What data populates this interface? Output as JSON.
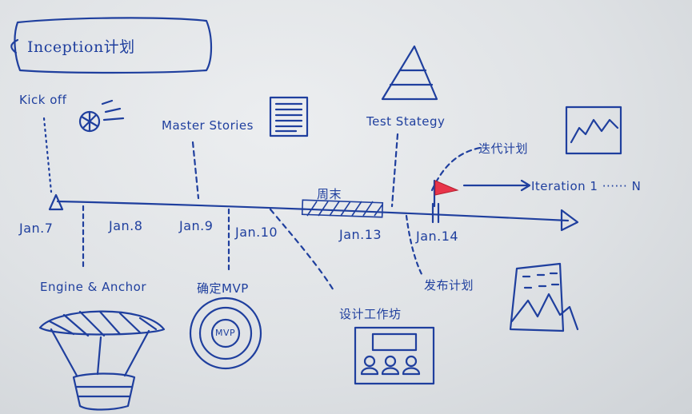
{
  "title": "Inception计划",
  "events": {
    "kickoff": "Kick off",
    "master_stories": "Master Stories",
    "test_strategy": "Test Stategy",
    "iteration_plan": "迭代计划",
    "iteration": "Iteration 1 ······ N",
    "weekend": "周末"
  },
  "dates": [
    "Jan.7",
    "Jan.8",
    "Jan.9",
    "Jan.10",
    "Jan.13",
    "Jan.14"
  ],
  "below": {
    "engine_anchor": "Engine & Anchor",
    "confirm_mvp": "确定MVP",
    "mvp_badge": "MVP",
    "design_workshop": "设计工作坊",
    "release_plan": "发布计划"
  },
  "colors": {
    "ink": "#1f3f9e",
    "flag": "#e8344a"
  }
}
